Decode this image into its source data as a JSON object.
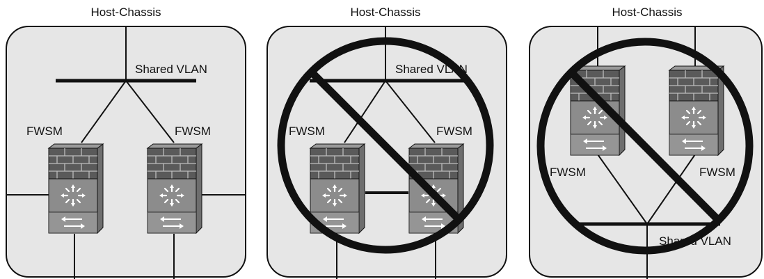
{
  "panels": [
    {
      "title": "Host-Chassis",
      "vlan_label": "Shared VLAN",
      "fw_left_label": "FWSM",
      "fw_right_label": "FWSM",
      "prohibited": false
    },
    {
      "title": "Host-Chassis",
      "vlan_label": "Shared VLAN",
      "fw_left_label": "FWSM",
      "fw_right_label": "FWSM",
      "prohibited": true
    },
    {
      "title": "Host-Chassis",
      "vlan_label": "Shared VLAN",
      "fw_left_label": "FWSM",
      "fw_right_label": "FWSM",
      "prohibited": true
    }
  ],
  "colors": {
    "chassis_fill": "#e6e6e6",
    "outline": "#111111",
    "firewall_brick": "#5a5a5a",
    "firewall_body": "#8c8c8c",
    "firewall_light": "#b5b5b5",
    "prohibition": "#111111"
  },
  "icons": [
    "firewall-module-icon",
    "prohibited-sign-icon"
  ]
}
